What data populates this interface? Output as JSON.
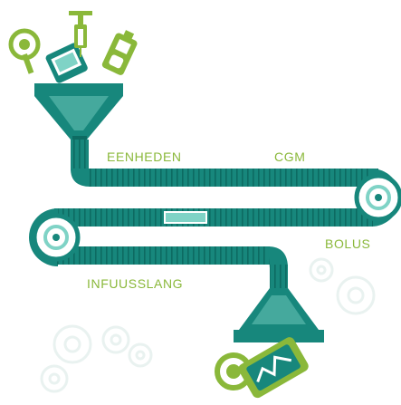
{
  "labels": {
    "units": "EENHEDEN",
    "cgm": "CGM",
    "bolus": "BOLUS",
    "infusion_set": "INFUUSSLANG"
  },
  "colors": {
    "teal": "#17877c",
    "teal_dark": "#0d6b62",
    "teal_light": "#7fd3c6",
    "lime": "#8ab83a",
    "ghost": "#e9f2f0"
  },
  "icons": [
    "glucose-meter-icon",
    "insulin-pen-icon",
    "syringe-icon",
    "insulin-vial-icon",
    "insulin-pump-icon"
  ]
}
